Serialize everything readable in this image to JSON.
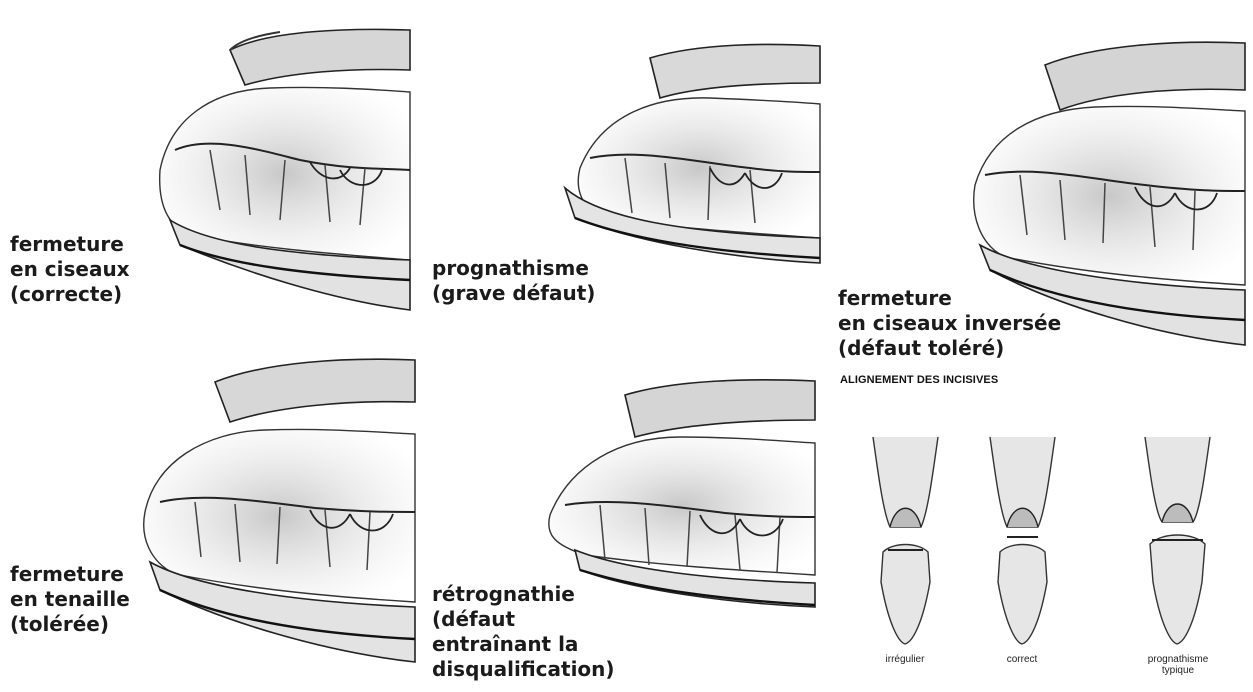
{
  "figures": [
    {
      "id": "scissor",
      "lines": [
        "fermeture",
        "en ciseaux",
        "(correcte)"
      ]
    },
    {
      "id": "prognathism",
      "lines": [
        "prognathisme",
        "(grave défaut)"
      ]
    },
    {
      "id": "reverse-scissor",
      "lines": [
        "fermeture",
        "en ciseaux inversée",
        "(défaut toléré)"
      ]
    },
    {
      "id": "pincer",
      "lines": [
        "fermeture",
        "en tenaille",
        "(tolérée)"
      ]
    },
    {
      "id": "retrognathia",
      "lines": [
        "rétrognathie",
        "(défaut",
        "entraînant la",
        "disqualification)"
      ]
    }
  ],
  "incisors": {
    "title": "ALIGNEMENT DES INCISIVES",
    "items": [
      {
        "lines": [
          "irrégulier"
        ]
      },
      {
        "lines": [
          "correct"
        ]
      },
      {
        "lines": [
          "prognathisme",
          "typique"
        ]
      }
    ]
  }
}
